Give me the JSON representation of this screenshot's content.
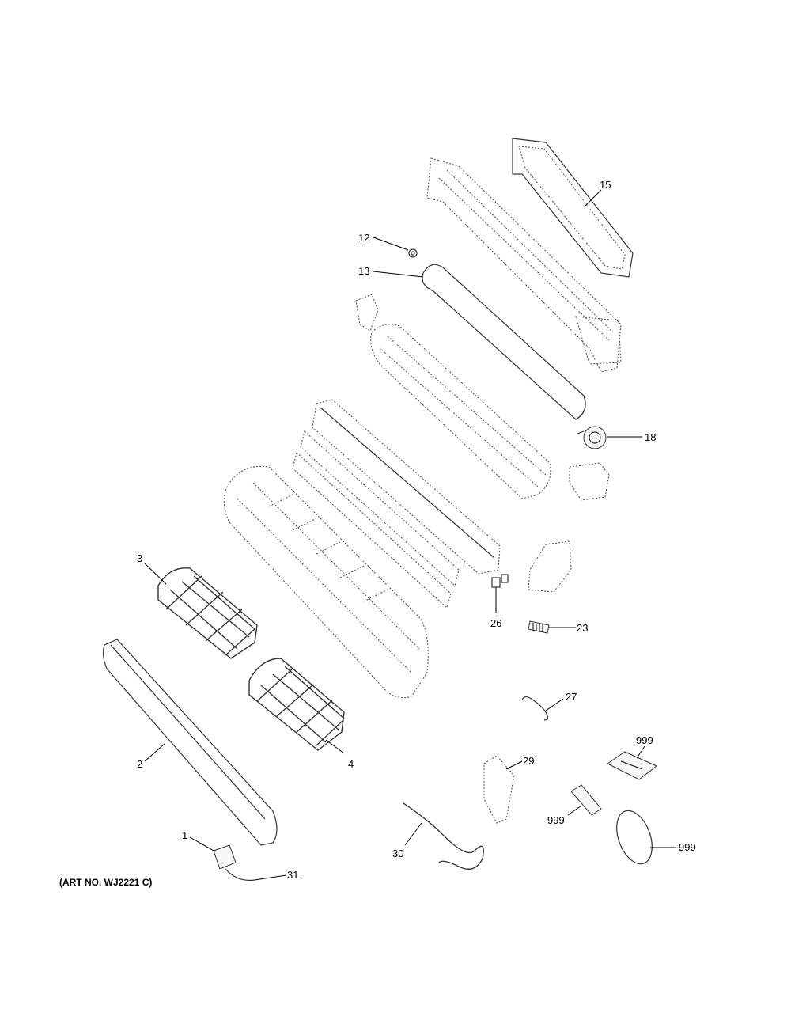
{
  "art_number": "(ART NO. WJ2221 C)",
  "callouts": {
    "c1": "1",
    "c2": "2",
    "c3": "3",
    "c4": "4",
    "c12": "12",
    "c13": "13",
    "c15": "15",
    "c18": "18",
    "c23": "23",
    "c26": "26",
    "c27": "27",
    "c29": "29",
    "c30": "30",
    "c31": "31",
    "c999a": "999",
    "c999b": "999",
    "c999c": "999"
  }
}
